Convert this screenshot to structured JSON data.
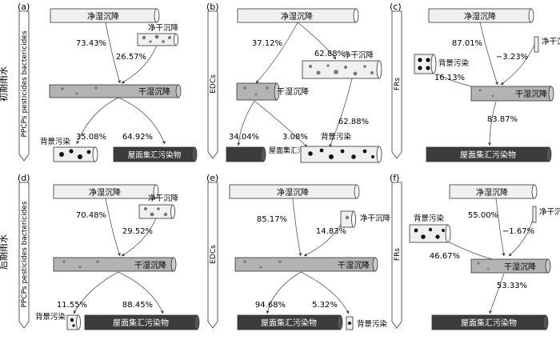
{
  "row_labels": [
    "初期雨水",
    "后期雨水"
  ],
  "terms": {
    "wet": "净湿沉降",
    "dry_net": "净干沉降",
    "dry": "干湿沉降",
    "bg": "背景污染",
    "roof": "屋面集汇污染物"
  },
  "panels": [
    {
      "id": "a",
      "tag": "(a)",
      "category": "PPCPs pesticides bactericides",
      "values": {
        "wet_to_dry": "73.43%",
        "drynet_to_dry": "26.57%",
        "bg": "35.08%",
        "to_roof": "64.92%"
      }
    },
    {
      "id": "b",
      "tag": "(b)",
      "category": "EDCs",
      "values": {
        "wet_to_dry": "37.12%",
        "wet_to_bg": "62.88%",
        "drynet_to_bg": "62.88%",
        "dry_to_roof": "34.04%",
        "dry_to_bg": "3.08%"
      }
    },
    {
      "id": "c",
      "tag": "(c)",
      "category": "FRs",
      "values": {
        "wet_to_dry": "87.01%",
        "drynet_to_dry": "−3.23%",
        "bg_to_dry": "16.13%",
        "to_roof": "83.87%"
      }
    },
    {
      "id": "d",
      "tag": "(d)",
      "category": "PPCPs pesticides bactericides",
      "values": {
        "wet_to_dry": "70.48%",
        "drynet_to_dry": "29.52%",
        "bg": "11.55%",
        "to_roof": "88.45%"
      }
    },
    {
      "id": "e",
      "tag": "(e)",
      "category": "EDCs",
      "values": {
        "wet_to_dry": "85.17%",
        "drynet_to_dry": "14.83%",
        "to_roof": "94.68%",
        "bg": "5.32%"
      }
    },
    {
      "id": "f",
      "tag": "(f)",
      "category": "FRs",
      "values": {
        "wet_to_dry": "55.00%",
        "drynet_to_dry": "−1.67%",
        "bg_to_dry": "46.67%",
        "to_roof": "53.33%"
      }
    }
  ],
  "colors": {
    "wet_fill": "#f0f0f0",
    "dry_fill": "#b3b3b3",
    "roof_fill": "#3c3c3c",
    "outline": "#333333",
    "arrow": "#555555"
  }
}
